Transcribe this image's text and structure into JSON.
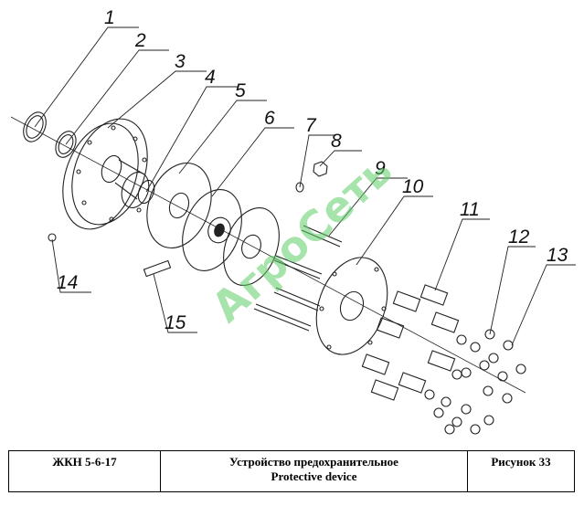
{
  "callouts": [
    "1",
    "2",
    "3",
    "4",
    "5",
    "6",
    "7",
    "8",
    "9",
    "10",
    "11",
    "12",
    "13",
    "14",
    "15"
  ],
  "watermark": "АгроСеть",
  "titleblock": {
    "code": "ЖКН 5-6-17",
    "title_ru": "Устройство предохранительное",
    "title_en": "Protective device",
    "figure": "Рисунок 33"
  }
}
